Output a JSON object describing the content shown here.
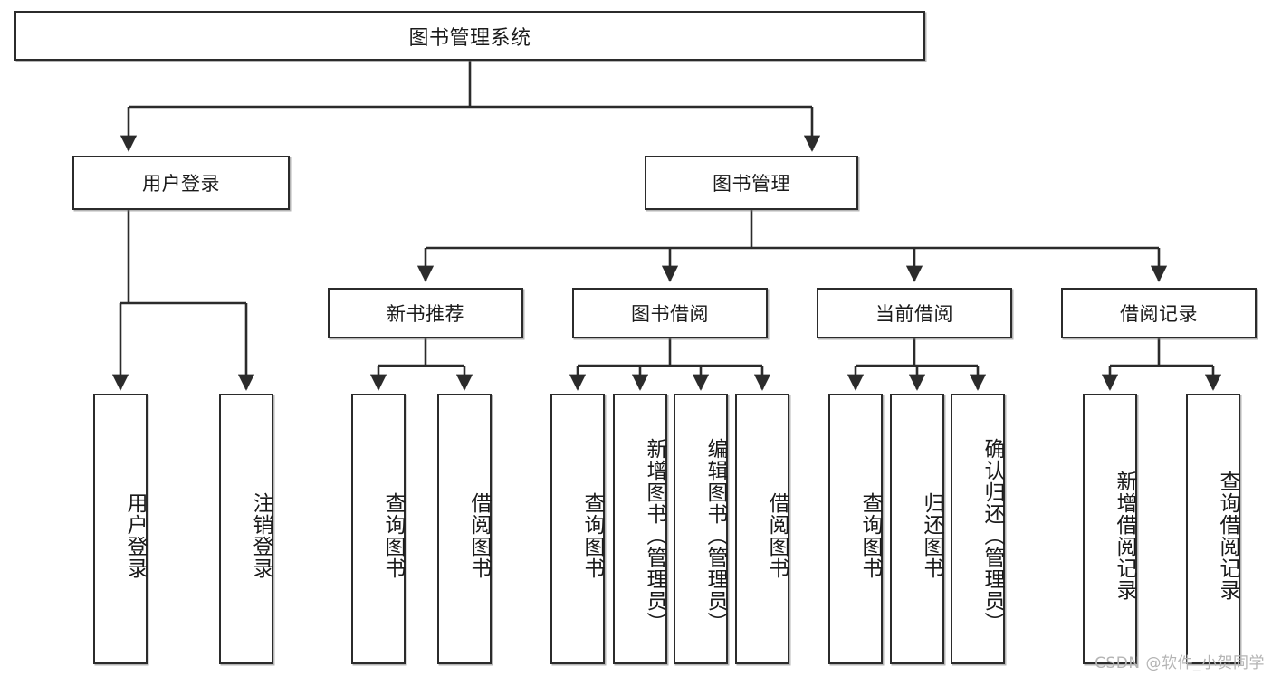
{
  "diagram": {
    "type": "tree-hierarchy",
    "title": "图书管理系统",
    "root": {
      "label": "图书管理系统"
    },
    "level2": [
      {
        "label": "用户登录"
      },
      {
        "label": "图书管理"
      }
    ],
    "level3": [
      {
        "label": "新书推荐"
      },
      {
        "label": "图书借阅"
      },
      {
        "label": "当前借阅"
      },
      {
        "label": "借阅记录"
      }
    ],
    "leaves": {
      "user_login": [
        {
          "label": "用户登录"
        },
        {
          "label": "注销登录"
        }
      ],
      "new_book_recommend": [
        {
          "label": "查询图书"
        },
        {
          "label": "借阅图书"
        }
      ],
      "book_borrow": [
        {
          "label": "查询图书"
        },
        {
          "label": "新增图书（管理员）"
        },
        {
          "label": "编辑图书（管理员）"
        },
        {
          "label": "借阅图书"
        }
      ],
      "current_borrow": [
        {
          "label": "查询图书"
        },
        {
          "label": "归还图书"
        },
        {
          "label": "确认归还（管理员）"
        }
      ],
      "borrow_record": [
        {
          "label": "新增借阅记录"
        },
        {
          "label": "查询借阅记录"
        }
      ]
    }
  },
  "watermark": {
    "text": "CSDN @软件_小贺同学"
  },
  "colors": {
    "border": "#2b2b2b",
    "background": "#ffffff",
    "text": "#1a1a1a",
    "watermark": "#b4b4b4"
  }
}
